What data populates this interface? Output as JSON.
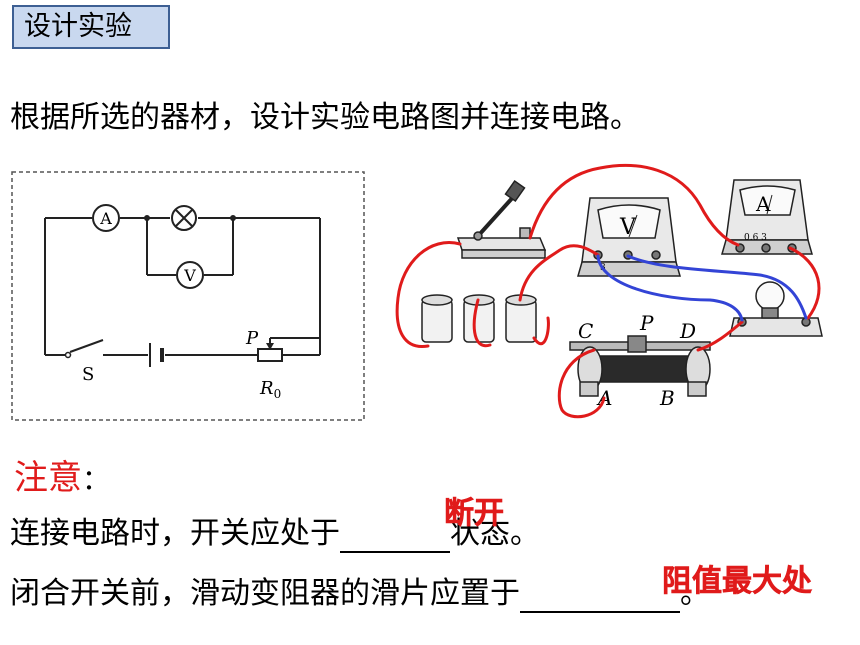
{
  "section_tag": "设计实验",
  "instruction": "根据所选的器材，设计实验电路图并连接电路。",
  "circuit_labels": {
    "ammeter": "A",
    "voltmeter": "V",
    "switch": "S",
    "slider": "P",
    "rheostat": "R",
    "rheostat_sub": "0"
  },
  "photo_labels": {
    "voltmeter": "V",
    "ammeter": "A",
    "voltmeter_terminal": "3",
    "ammeter_terminal": "0.6 3",
    "C": "C",
    "P": "P",
    "D": "D",
    "A": "A",
    "B": "B"
  },
  "notes": {
    "heading": "注意",
    "colon": "：",
    "line1_before": "连接电路时，开关应处于",
    "line1_after": "状态。",
    "line1_answer": "断开",
    "line2_before": "闭合开关前，滑动变阻器的滑片应置于",
    "line2_after": "。",
    "line2_answer": "阻值最大处"
  },
  "colors": {
    "tag_bg": "#c9d8ef",
    "tag_border": "#3d5f93",
    "accent_red": "#e01b1b",
    "wire_blue": "#3344d6"
  }
}
